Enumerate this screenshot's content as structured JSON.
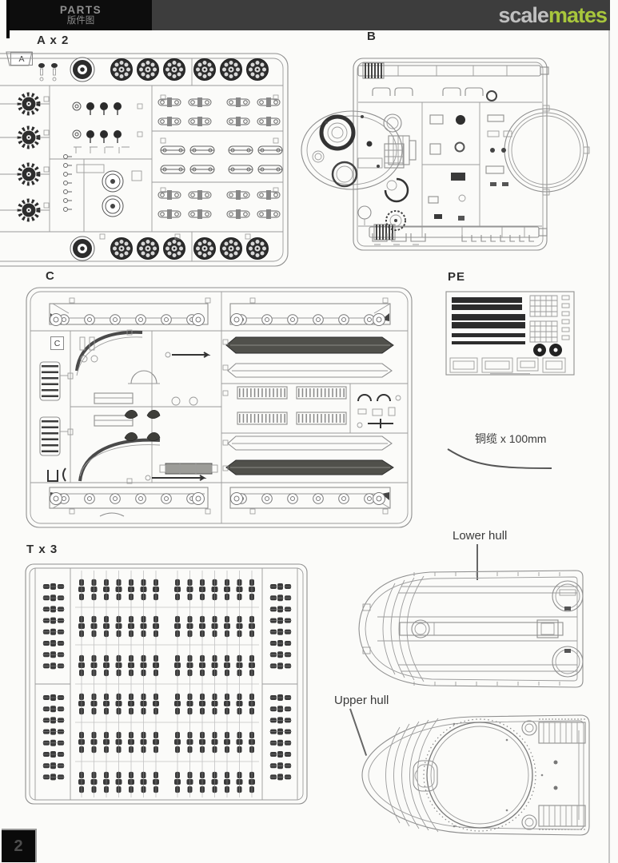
{
  "header": {
    "title": "PARTS",
    "subtitle": "版件图",
    "watermark": {
      "scale": "scale",
      "mates": "mates"
    }
  },
  "sprues": {
    "a": {
      "label": "A x 2",
      "tag": "A"
    },
    "b": {
      "label": "B"
    },
    "c": {
      "label": "C",
      "tag": "C"
    },
    "pe": {
      "label": "PE"
    },
    "t": {
      "label": "T x 3"
    }
  },
  "annotations": {
    "cable": "铜缆 x 100mm",
    "lower_hull": "Lower hull",
    "upper_hull": "Upper hull"
  },
  "footer": {
    "page_number": "2"
  },
  "colors": {
    "header_bar": "#3d3d3d",
    "header_box": "#0d0d0d",
    "watermark_scale": "#c0c0c0",
    "watermark_mates": "#a8c63c",
    "line_art": "#8f8f8f",
    "dark_part": "#2d2d2d",
    "skirt_fill": "#50504b"
  }
}
